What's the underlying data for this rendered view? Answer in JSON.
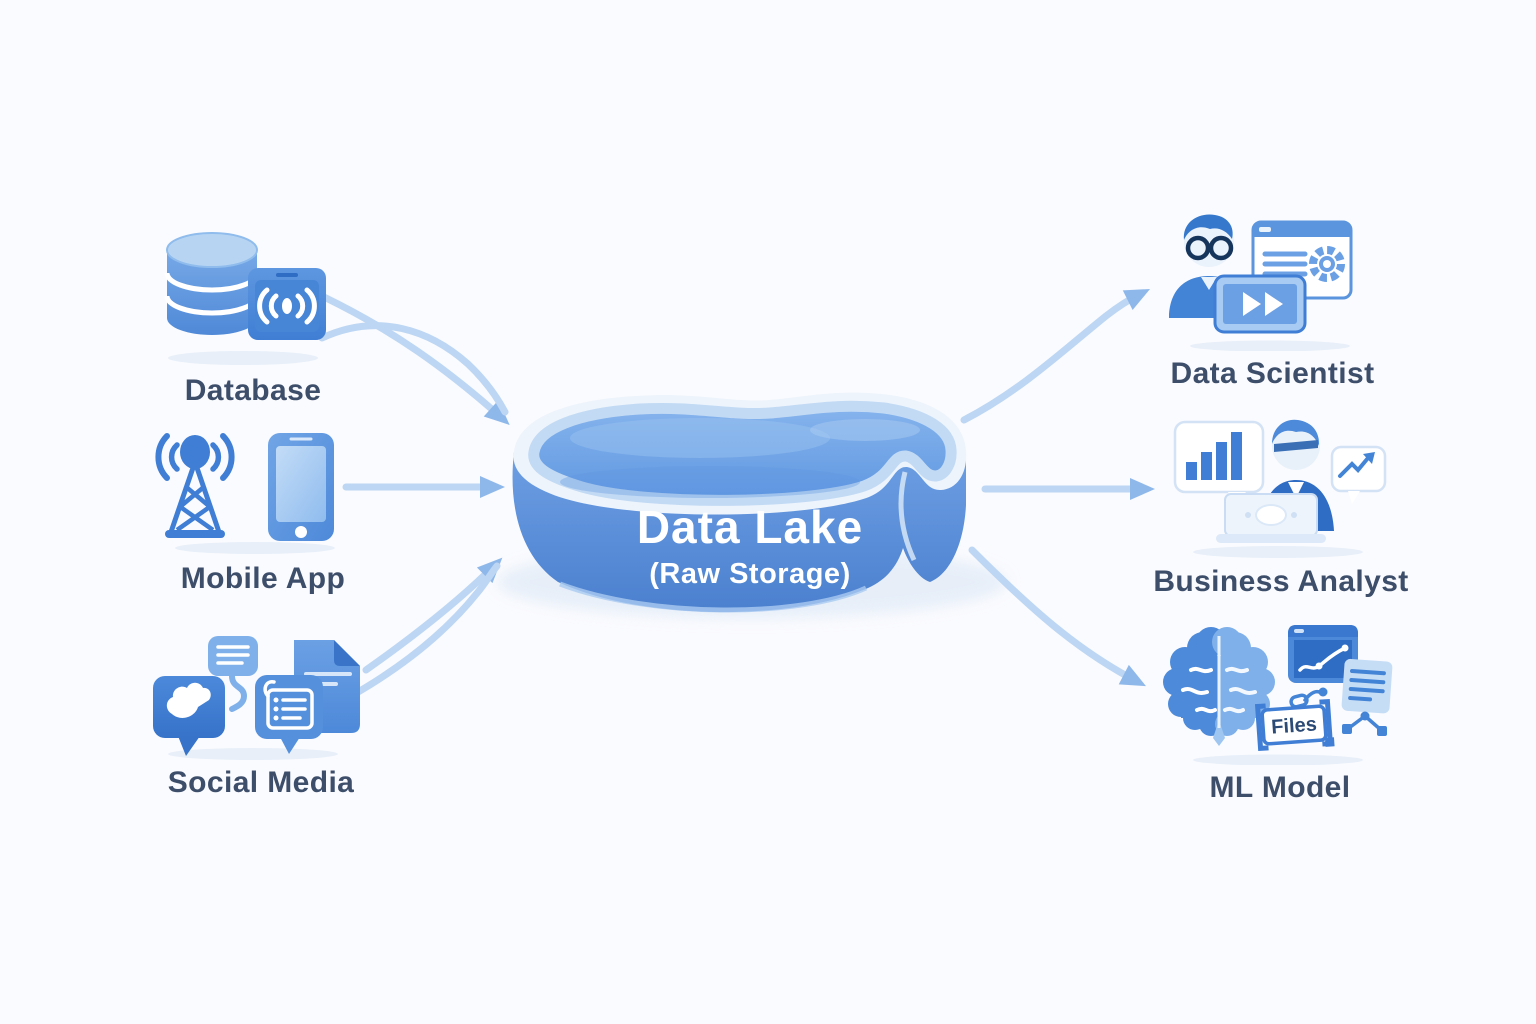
{
  "lake": {
    "title": "Data Lake",
    "subtitle": "(Raw Storage)"
  },
  "sources": [
    {
      "id": "database",
      "label": "Database"
    },
    {
      "id": "mobile-app",
      "label": "Mobile App"
    },
    {
      "id": "social-media",
      "label": "Social Media"
    }
  ],
  "consumers": [
    {
      "id": "data-scientist",
      "label": "Data Scientist"
    },
    {
      "id": "business-analyst",
      "label": "Business Analyst"
    },
    {
      "id": "ml-model",
      "label": "ML Model",
      "files_badge": "Files"
    }
  ],
  "connections": [
    {
      "from": "Database",
      "to": "Data Lake"
    },
    {
      "from": "Mobile App",
      "to": "Data Lake"
    },
    {
      "from": "Social Media",
      "to": "Data Lake"
    },
    {
      "from": "Data Lake",
      "to": "Data Scientist"
    },
    {
      "from": "Data Lake",
      "to": "Business Analyst"
    },
    {
      "from": "Data Lake",
      "to": "ML Model"
    }
  ],
  "icons": {
    "database": [
      "database-cylinder-icon",
      "signal-device-icon"
    ],
    "mobile_app": [
      "radio-tower-icon",
      "smartphone-icon"
    ],
    "social_media": [
      "like-bubble-icon",
      "chat-bubble-icon",
      "document-icon",
      "checklist-bubble-icon"
    ],
    "data_scientist": [
      "scientist-person-icon",
      "browser-window-icon",
      "gear-icon",
      "media-tablet-icon"
    ],
    "business_analyst": [
      "bar-chart-bubble-icon",
      "businessman-icon",
      "laptop-icon",
      "trend-bubble-icon"
    ],
    "ml_model": [
      "brain-icon",
      "trend-chart-window-icon",
      "files-box-icon",
      "document-lines-icon",
      "network-nodes-icon"
    ]
  },
  "colors": {
    "background": "#fafbfe",
    "primary_blue": "#3f7ed4",
    "medium_blue": "#5b95de",
    "light_blue": "#a9cdf4",
    "water": "#73a6e6",
    "lake_wall": "#5289d6",
    "rim": "#edf4fc",
    "arrow": "#bcd6f3",
    "arrowhead": "#8fb8ea",
    "label_text": "#3d4e6b",
    "lake_text": "#ffffff"
  }
}
